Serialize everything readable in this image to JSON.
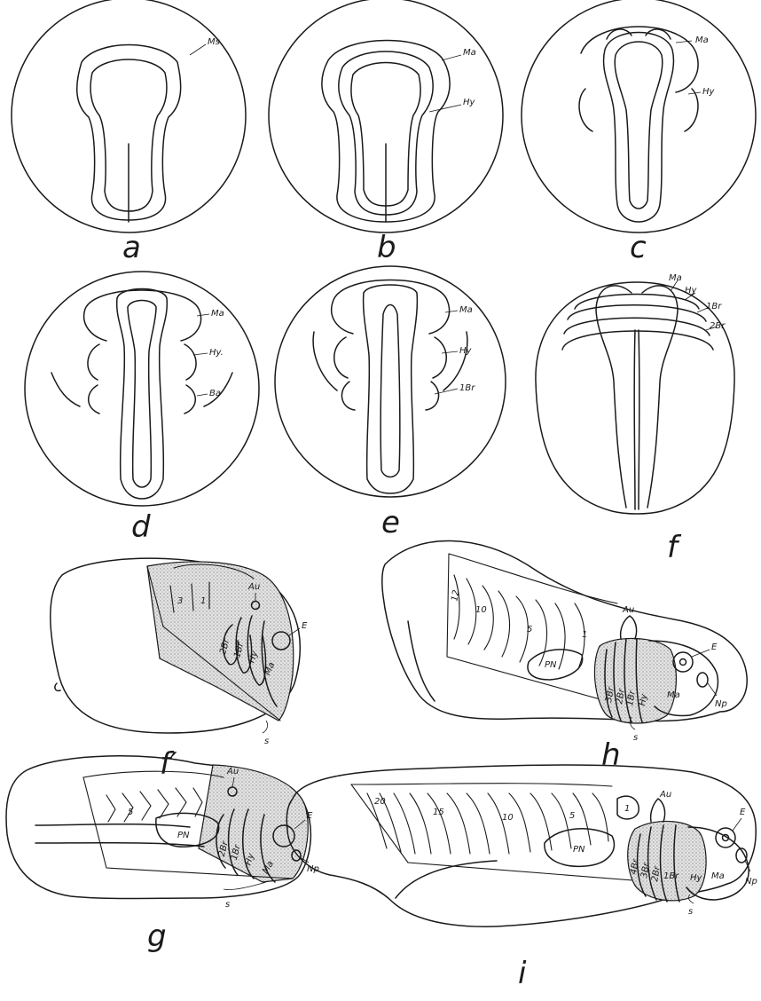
{
  "panels": {
    "a": {
      "letter": "a",
      "labels": {
        "ms": "Ms"
      }
    },
    "b": {
      "letter": "b",
      "labels": {
        "ma": "Ma",
        "hy": "Hy"
      }
    },
    "c": {
      "letter": "c",
      "labels": {
        "ma": "Ma",
        "hy": "Hy"
      }
    },
    "d": {
      "letter": "d",
      "labels": {
        "ma": "Ma",
        "hy": "Hy.",
        "ba": "Ba"
      }
    },
    "e": {
      "letter": "e",
      "labels": {
        "ma": "Ma",
        "hy": "Hy",
        "br1": "1Br"
      }
    },
    "f": {
      "letter": "f",
      "labels": {
        "ma": "Ma",
        "hy": "Hy",
        "br1": "1Br",
        "br2": "2Br"
      }
    },
    "fp": {
      "letter": "f′",
      "labels": {
        "au": "Au",
        "e": "E",
        "s3": "3",
        "s1": "1",
        "br2": "2Br",
        "br1": "1Br",
        "hy": "Hy",
        "ma": "Ma",
        "s": "s"
      }
    },
    "h": {
      "letter": "h",
      "labels": {
        "au": "Au",
        "e": "E",
        "np": "Np",
        "s12": "12",
        "s10": "10",
        "s5": "5",
        "s1": "1",
        "pn": "PN",
        "br3": "3Br",
        "br2": "2Br",
        "br1": "1Br",
        "hy": "Hy",
        "ma": "Ma",
        "s": "s"
      }
    },
    "g": {
      "letter": "g",
      "labels": {
        "au": "Au",
        "e": "E",
        "np": "Np",
        "s5": "5",
        "pn": "PN",
        "br2": "2Br",
        "br1": "1Br",
        "hy": "Hy",
        "ma": "Ma",
        "s": "s"
      }
    },
    "i": {
      "letter": "i",
      "labels": {
        "au": "Au",
        "e": "E",
        "np": "Np",
        "s20": "20",
        "s15": "15",
        "s10": "10",
        "s5": "5",
        "s1": "1",
        "pn": "PN",
        "br4": "4Br",
        "br3": "3Br",
        "br2": "2Br",
        "br1": "1Br",
        "hy": "Hy",
        "ma": "Ma",
        "s": "s"
      }
    }
  }
}
